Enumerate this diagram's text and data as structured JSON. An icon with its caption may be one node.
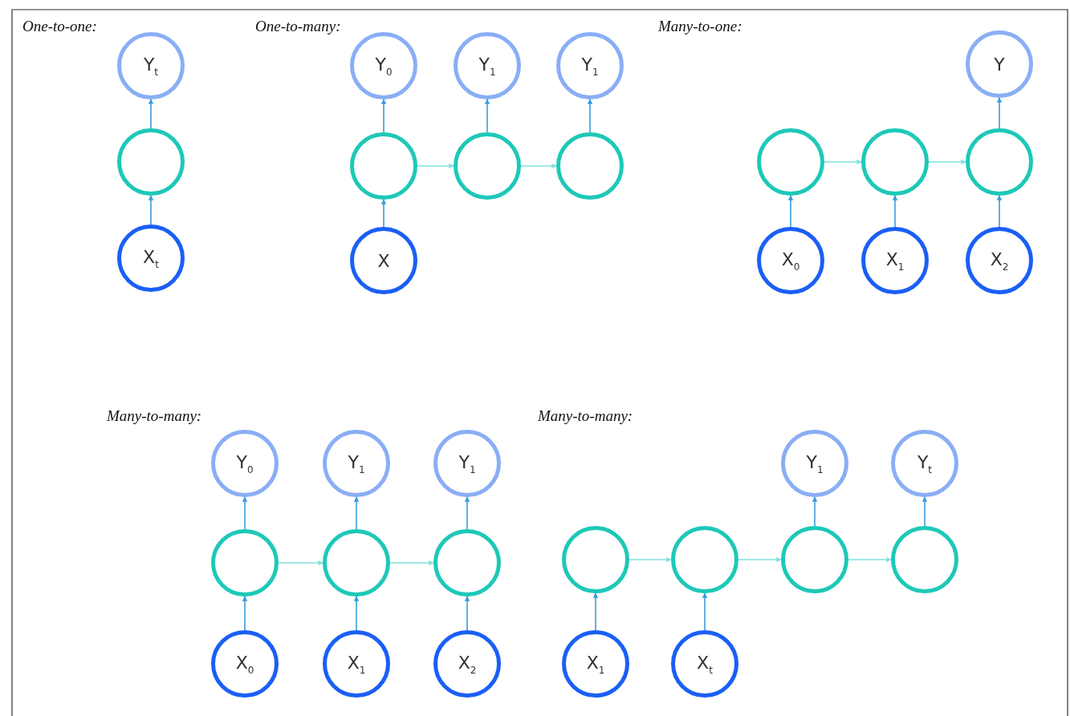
{
  "diagram": {
    "nodes": [
      {
        "text": [
          "Y$_{t}$"
        ]
      },
      {
        "text": [],
        "shape": "circle"
      },
      {
        "text": [
          "X$_{t}$"
        ]
      },
      {
        "text": [
          "Y$_{0}$"
        ]
      },
      {
        "text": [
          "Y$_{1}$"
        ]
      },
      {
        "text": [
          "Y$_{1}$"
        ]
      },
      {
        "text": [],
        "shape": "circle"
      },
      {
        "text": [],
        "shape": "circle"
      },
      {
        "text": [],
        "shape": "circle"
      },
      {
        "text": [
          "X"
        ]
      },
      {
        "text": [
          "Y"
        ]
      },
      {
        "text": [],
        "shape": "circle"
      },
      {
        "text": [],
        "shape": "circle"
      },
      {
        "text": [],
        "shape": "circle"
      },
      {
        "text": [
          "X$_{0}$"
        ]
      },
      {
        "text": [
          "X$_{1}$"
        ]
      },
      {
        "text": [
          "X$_{2}$"
        ]
      },
      {
        "text": [
          "Y$_{0}$"
        ]
      },
      {
        "text": [
          "Y$_{1}$"
        ]
      },
      {
        "text": [
          "Y$_{1}$"
        ]
      },
      {
        "text": [],
        "shape": "circle"
      },
      {
        "text": [],
        "shape": "circle"
      },
      {
        "text": [],
        "shape": "circle"
      },
      {
        "text": [
          "X$_{0}$"
        ]
      },
      {
        "text": [
          "X$_{1}$"
        ]
      },
      {
        "text": [
          "X$_{2}$"
        ]
      },
      {
        "text": [
          "Y$_{1}$"
        ]
      },
      {
        "text": [
          "Y$_{t}$"
        ]
      },
      {
        "text": [],
        "shape": "circle"
      },
      {
        "text": [],
        "shape": "circle"
      },
      {
        "text": [],
        "shape": "circle"
      },
      {
        "text": [],
        "shape": "circle"
      },
      {
        "text": [
          "X$_{1}$"
        ]
      },
      {
        "text": [
          "X$_{t}$"
        ]
      }
    ],
    "edges": [
      {
        "from": 2,
        "to": 1,
        "arrow": "to"
      },
      {
        "from": 1,
        "to": 0,
        "arrow": "to"
      },
      {
        "from": 9,
        "to": 6,
        "arrow": "to"
      },
      {
        "from": 6,
        "to": 3,
        "arrow": "to"
      },
      {
        "from": 7,
        "to": 4,
        "arrow": "to"
      },
      {
        "from": 8,
        "to": 5,
        "arrow": "to"
      },
      {
        "from": 6,
        "to": 7,
        "arrow": "to",
        "color": "#80e0e0"
      },
      {
        "from": 7,
        "to": 8,
        "arrow": "to",
        "color": "#80e0e0"
      },
      {
        "from": 14,
        "to": 11,
        "arrow": "to"
      },
      {
        "from": 15,
        "to": 12,
        "arrow": "to"
      },
      {
        "from": 16,
        "to": 13,
        "arrow": "to"
      },
      {
        "from": 13,
        "to": 10,
        "arrow": "to"
      },
      {
        "from": 11,
        "to": 12,
        "arrow": "to",
        "color": "#80e0e0"
      },
      {
        "from": 12,
        "to": 13,
        "arrow": "to",
        "color": "#80e0e0"
      },
      {
        "from": 23,
        "to": 20,
        "arrow": "to"
      },
      {
        "from": 24,
        "to": 21,
        "arrow": "to"
      },
      {
        "from": 25,
        "to": 22,
        "arrow": "to"
      },
      {
        "from": 20,
        "to": 17,
        "arrow": "to"
      },
      {
        "from": 21,
        "to": 18,
        "arrow": "to"
      },
      {
        "from": 22,
        "to": 19,
        "arrow": "to"
      },
      {
        "from": 20,
        "to": 21,
        "arrow": "to",
        "color": "#80e0e0"
      },
      {
        "from": 21,
        "to": 22,
        "arrow": "to",
        "color": "#80e0e0"
      },
      {
        "from": 32,
        "to": 28,
        "arrow": "to"
      },
      {
        "from": 33,
        "to": 29,
        "arrow": "to"
      },
      {
        "from": 30,
        "to": 26,
        "arrow": "to"
      },
      {
        "from": 31,
        "to": 27,
        "arrow": "to"
      },
      {
        "from": 28,
        "to": 29,
        "arrow": "to",
        "color": "#80e0e0"
      },
      {
        "from": 29,
        "to": 30,
        "arrow": "to",
        "color": "#80e0e0"
      },
      {
        "from": 30,
        "to": 31,
        "arrow": "to",
        "color": "#80e0e0"
      }
    ],
    "labels": [
      "One-to-one:",
      "One-to-many:",
      "Many-to-one:",
      "Many-to-many:",
      "Many-to-many:"
    ]
  }
}
